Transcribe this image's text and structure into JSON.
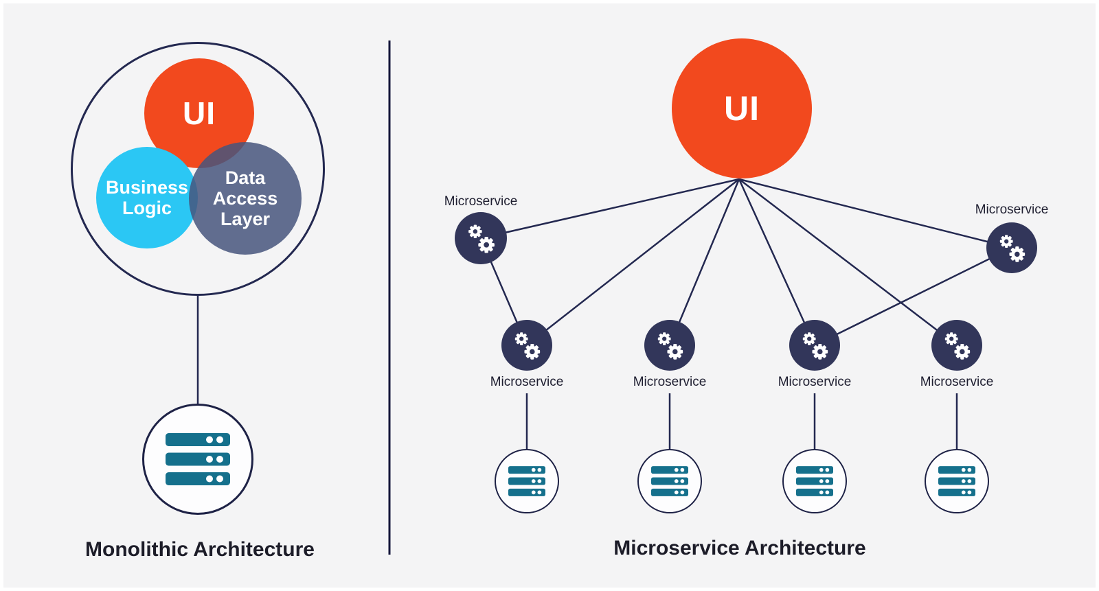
{
  "monolith": {
    "title": "Monolithic Architecture",
    "ui_label": "UI",
    "business_logic_label": "Business Logic",
    "data_access_label": "Data Access Layer"
  },
  "microservices": {
    "title": "Microservice Architecture",
    "ui_label": "UI",
    "labels": {
      "top_left": "Microservice",
      "top_right": "Microservice",
      "bottom_1": "Microservice",
      "bottom_2": "Microservice",
      "bottom_3": "Microservice",
      "bottom_4": "Microservice"
    }
  },
  "colors": {
    "background": "#F4F4F5",
    "ui_orange": "#F2491E",
    "business_logic_cyan": "#2BC7F4",
    "data_access_slate": "#46557D",
    "node_navy": "#32365A",
    "line_navy": "#232850",
    "server_teal": "#15708C",
    "title_text": "#1C1C28"
  }
}
